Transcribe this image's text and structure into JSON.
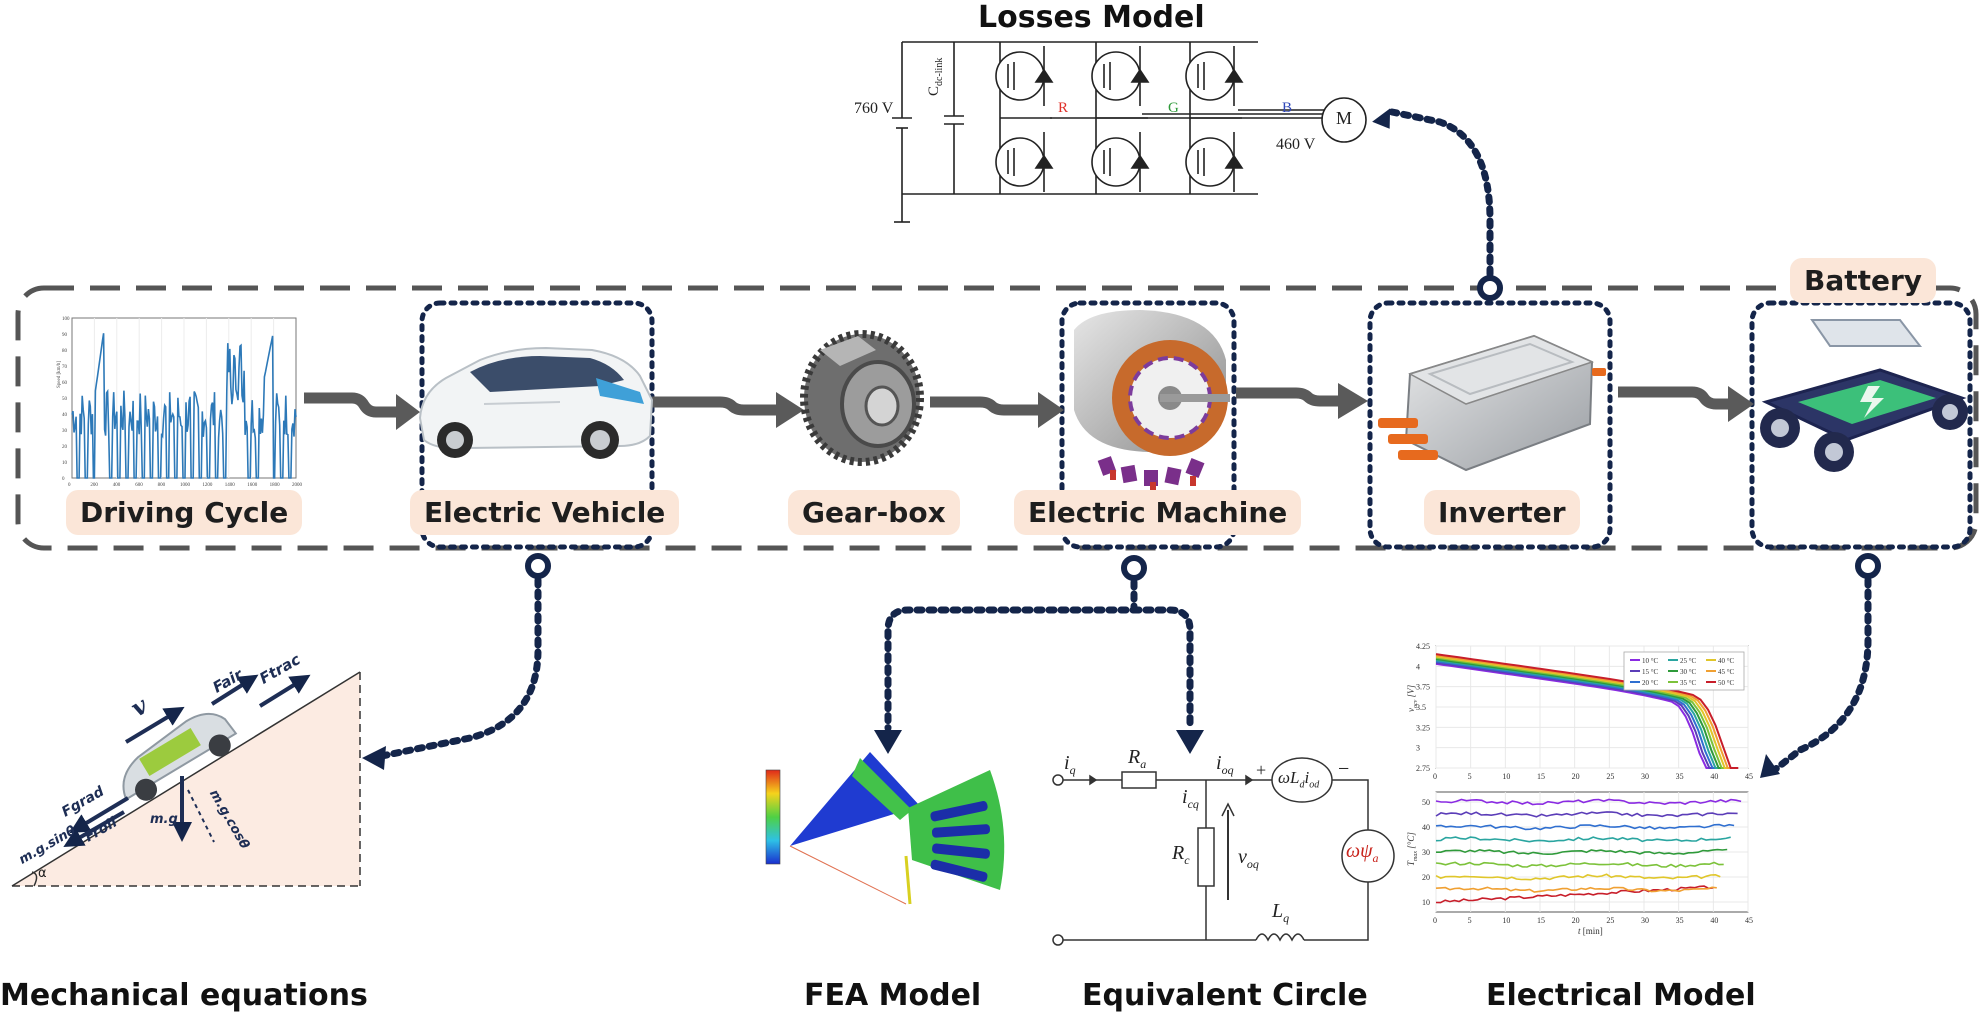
{
  "titles": {
    "losses_model": "Losses Model",
    "mechanical": "Mechanical equations",
    "fea": "FEA Model",
    "equivalent": "Equivalent Circle",
    "electrical": "Electrical Model"
  },
  "blocks": {
    "driving_cycle": "Driving Cycle",
    "electric_vehicle": "Electric Vehicle",
    "gear_box": "Gear-box",
    "electric_machine": "Electric Machine",
    "inverter": "Inverter",
    "battery": "Battery"
  },
  "inverter_circuit": {
    "dc_voltage": "760 V",
    "capacitor": "C",
    "capacitor_sub": "dc-link",
    "phase_r": "R",
    "phase_g": "G",
    "phase_b": "B",
    "motor": "M",
    "phase_voltage": "460 V"
  },
  "mechanics": {
    "v": "v",
    "fair": "Fair",
    "ftrac": "Ftrac",
    "fgrad": "Fgrad",
    "froll": "Froll",
    "mg_sin": "m.g.sinθ",
    "mg_cos": "m.g.cosθ",
    "mg": "m.g",
    "alpha": "α"
  },
  "equivalent_circuit": {
    "iq": "i",
    "iq_sub": "q",
    "ra": "R",
    "ra_sub": "a",
    "ioq": "i",
    "ioq_sub": "oq",
    "icq": "i",
    "icq_sub": "cq",
    "rc": "R",
    "rc_sub": "c",
    "voq": "v",
    "voq_sub": "oq",
    "lq": "L",
    "lq_sub": "q",
    "source1": "ωL",
    "source1_sub": "d",
    "source1_b": "i",
    "source1_b_sub": "od",
    "source2": "ωψ",
    "source2_sub": "a",
    "plus": "+",
    "minus": "−"
  },
  "battery_charts": {
    "top": {
      "ylabel": "v",
      "ylabel_sub": "ocv",
      "ylabel_unit": "[V]",
      "yticks": [
        "4.25",
        "4",
        "3.75",
        "3.5",
        "3.25",
        "3",
        "2.75"
      ],
      "xticks": [
        "0",
        "5",
        "10",
        "15",
        "20",
        "25",
        "30",
        "35",
        "40",
        "45"
      ],
      "legend": [
        "10 °C",
        "15 °C",
        "20 °C",
        "25 °C",
        "30 °C",
        "35 °C",
        "40 °C",
        "45 °C",
        "50 °C"
      ]
    },
    "bottom": {
      "ylabel": "T",
      "ylabel_sub": "max",
      "ylabel_unit": "[°C]",
      "yticks": [
        "50",
        "40",
        "30",
        "20",
        "10"
      ],
      "xticks": [
        "0",
        "5",
        "10",
        "15",
        "20",
        "25",
        "30",
        "35",
        "40",
        "45"
      ],
      "xlabel": "t",
      "xlabel_unit": "[min]"
    }
  },
  "driving_chart": {
    "xticks": [
      "0",
      "200",
      "400",
      "600",
      "800",
      "1000",
      "1200",
      "1400",
      "1600",
      "1800",
      "2000"
    ],
    "yticks": [
      "100",
      "90",
      "80",
      "70",
      "60",
      "50",
      "40",
      "30",
      "20",
      "10",
      "0"
    ],
    "ylabel": "Speed [km/h]"
  },
  "colors": {
    "navy": "#14254a",
    "gray": "#555555",
    "pill": "#fbe6d8",
    "chart_blue": "#2d79b8"
  }
}
